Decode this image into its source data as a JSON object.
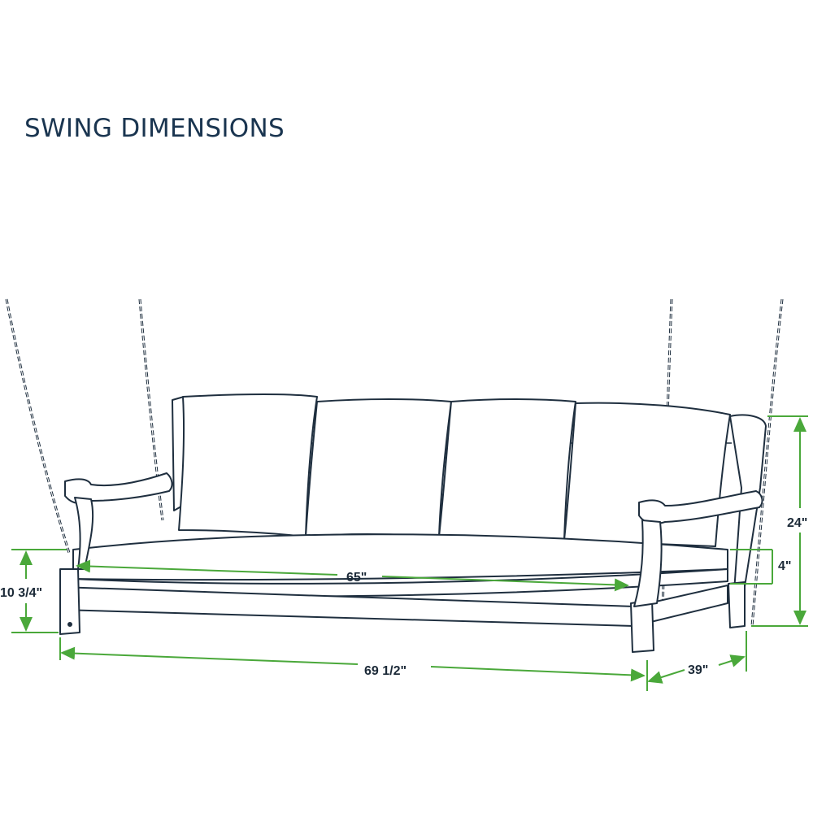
{
  "title": "SWING DIMENSIONS",
  "colors": {
    "title": "#1a3550",
    "outline": "#1f2f3f",
    "dimension_line": "#4aa83a",
    "label": "#1c2a38"
  },
  "dimensions": {
    "seat_width": "65\"",
    "overall_width": "69 1/2\"",
    "depth": "39\"",
    "back_height": "24\"",
    "cushion_thickness": "4\"",
    "seat_height": "10 3/4\""
  }
}
